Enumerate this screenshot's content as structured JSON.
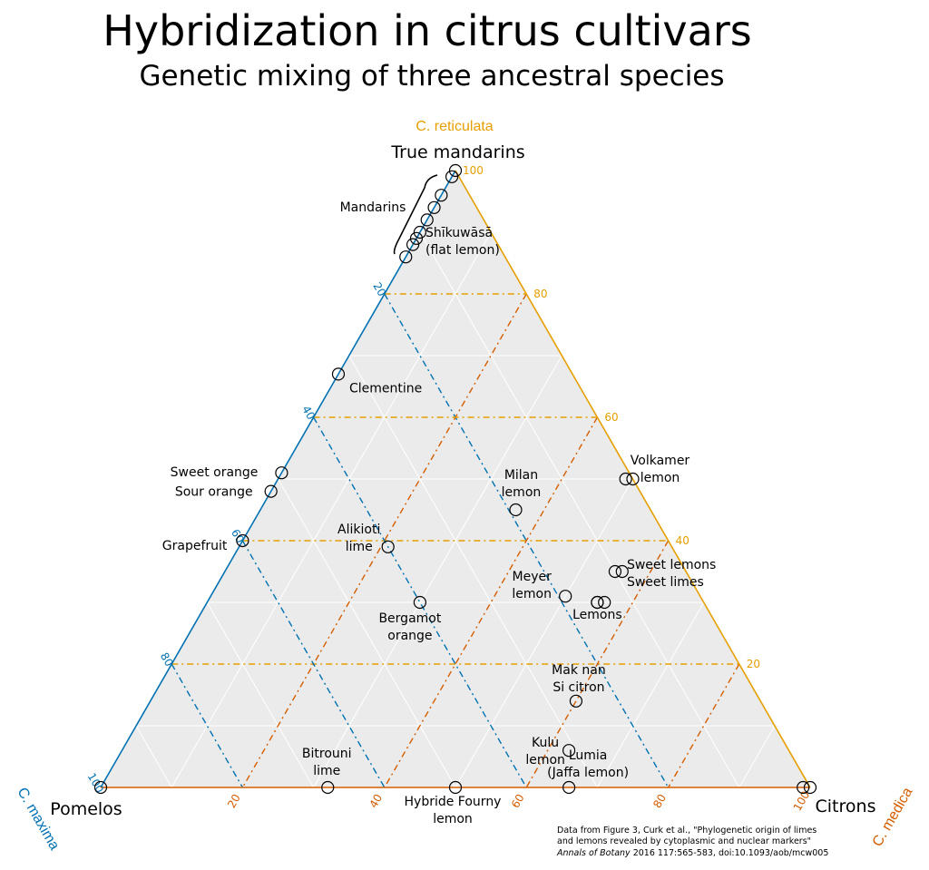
{
  "header": {
    "title": "Hybridization in citrus cultivars",
    "subtitle": "Genetic mixing of three ancestral species"
  },
  "species": {
    "top": "C. reticulata",
    "left": "C. maxima",
    "right": "C. medica"
  },
  "vertex_labels": {
    "top": "True mandarins",
    "left": "Pomelos",
    "right": "Citrons"
  },
  "credit": {
    "line1": "Data from Figure 3, Curk et al., \"Phylogenetic origin of limes",
    "line2": "and lemons revealed by cytoplasmic and nuclear markers\"",
    "journal": "Annals of Botany",
    "line3_rest": " 2016 117:565-583,  doi:10.1093/aob/mcw005"
  },
  "colors": {
    "reticulata": "#e69f00",
    "maxima": "#0072b2",
    "medica": "#d55e00",
    "background": "#ebebeb"
  },
  "chart_data": {
    "type": "scatter",
    "title": "Hybridization in citrus cultivars",
    "subtitle": "Genetic mixing of three ancestral species",
    "axes": {
      "reticulata": {
        "label": "C. reticulata",
        "range": [
          0,
          100
        ],
        "ticks": [
          "20",
          "40",
          "60",
          "80",
          "100"
        ]
      },
      "maxima": {
        "label": "C. maxima",
        "range": [
          0,
          100
        ],
        "ticks": [
          "20",
          "40",
          "60",
          "80",
          "100"
        ]
      },
      "medica": {
        "label": "C. medica",
        "range": [
          0,
          100
        ],
        "ticks": [
          "20",
          "40",
          "60",
          "80",
          "100"
        ]
      }
    },
    "grid": true,
    "points": [
      {
        "label": "",
        "reticulata": 100,
        "maxima": 0,
        "medica": 0
      },
      {
        "label": "",
        "reticulata": 99,
        "maxima": 1,
        "medica": 0
      },
      {
        "label": "",
        "reticulata": 96,
        "maxima": 4,
        "medica": 0
      },
      {
        "label": "",
        "reticulata": 94,
        "maxima": 6,
        "medica": 0
      },
      {
        "label": "",
        "reticulata": 92,
        "maxima": 8,
        "medica": 0
      },
      {
        "label": "",
        "reticulata": 90,
        "maxima": 10,
        "medica": 0
      },
      {
        "label": "",
        "reticulata": 88,
        "maxima": 12,
        "medica": 0
      },
      {
        "label": "",
        "reticulata": 86,
        "maxima": 14,
        "medica": 0
      },
      {
        "label": "Shīkuwāsā\n(flat lemon)",
        "reticulata": 89,
        "maxima": 11,
        "medica": 0
      },
      {
        "label": "Clementine",
        "reticulata": 67,
        "maxima": 33,
        "medica": 0
      },
      {
        "label": "Sweet orange",
        "reticulata": 51,
        "maxima": 49,
        "medica": 0
      },
      {
        "label": "Sour orange",
        "reticulata": 48,
        "maxima": 52,
        "medica": 0
      },
      {
        "label": "Grapefruit",
        "reticulata": 40,
        "maxima": 60,
        "medica": 0
      },
      {
        "label": "Volkamer\nlemon",
        "reticulata": 50,
        "maxima": 0,
        "medica": 50
      },
      {
        "label": "",
        "reticulata": 50,
        "maxima": 1,
        "medica": 49
      },
      {
        "label": "Milan\nlemon",
        "reticulata": 45,
        "maxima": 19,
        "medica": 36
      },
      {
        "label": "Alikioti\nlime",
        "reticulata": 39,
        "maxima": 40,
        "medica": 21
      },
      {
        "label": "Sweet lemons\nSweet limes",
        "reticulata": 35,
        "maxima": 10,
        "medica": 55
      },
      {
        "label": "",
        "reticulata": 35,
        "maxima": 9,
        "medica": 56
      },
      {
        "label": "Meyer\nlemon",
        "reticulata": 31,
        "maxima": 19,
        "medica": 50
      },
      {
        "label": "Lemons",
        "reticulata": 30,
        "maxima": 15,
        "medica": 55
      },
      {
        "label": "",
        "reticulata": 30,
        "maxima": 14,
        "medica": 56
      },
      {
        "label": "",
        "reticulata": 30,
        "maxima": 15,
        "medica": 55
      },
      {
        "label": "Bergamot\norange",
        "reticulata": 30,
        "maxima": 40,
        "medica": 30
      },
      {
        "label": "Mak nan\nSi citron",
        "reticulata": 14,
        "maxima": 26,
        "medica": 60
      },
      {
        "label": "Kulu\nlemon",
        "reticulata": 6,
        "maxima": 31,
        "medica": 63
      },
      {
        "label": "Bitrouni\nlime",
        "reticulata": 0,
        "maxima": 68,
        "medica": 32
      },
      {
        "label": "Hybride Fourny\nlemon",
        "reticulata": 0,
        "maxima": 50,
        "medica": 50
      },
      {
        "label": "Lumia\n(Jaffa lemon)",
        "reticulata": 0,
        "maxima": 34,
        "medica": 66
      },
      {
        "label": "Pomelos",
        "reticulata": 0,
        "maxima": 100,
        "medica": 0
      },
      {
        "label": "Citrons",
        "reticulata": 0,
        "maxima": 0,
        "medica": 100
      },
      {
        "label": "",
        "reticulata": 0,
        "maxima": 1,
        "medica": 99
      }
    ]
  }
}
